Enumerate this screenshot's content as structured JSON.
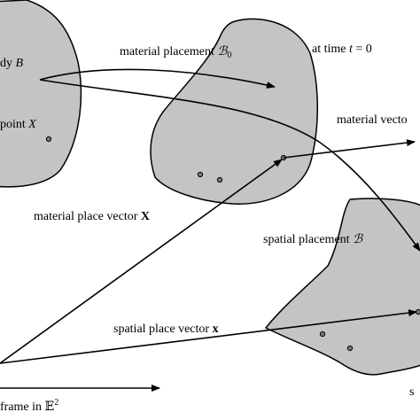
{
  "colors": {
    "region_fill": "#c4c4c4",
    "stroke": "#000000",
    "background": "#ffffff"
  },
  "labels": {
    "body_prefix": "dy ",
    "body_symbol": "B",
    "point_prefix": "point ",
    "point_symbol": "X",
    "material_placement_prefix": "material placement ",
    "material_placement_symbol": "ℬ",
    "material_placement_subscript": "0",
    "time_prefix": "at time ",
    "time_var": "t",
    "time_suffix": " = 0",
    "material_vector": "material vecto",
    "material_place_vector_prefix": "material place vector ",
    "material_place_vector_symbol": "X",
    "spatial_placement_prefix": "spatial placement ",
    "spatial_placement_symbol": "ℬ",
    "spatial_place_vector_prefix": "spatial place vector ",
    "spatial_place_vector_symbol": "x",
    "frame_prefix": "frame in ",
    "frame_space": "𝔼",
    "frame_superscript": "2",
    "bottom_right": "s"
  }
}
